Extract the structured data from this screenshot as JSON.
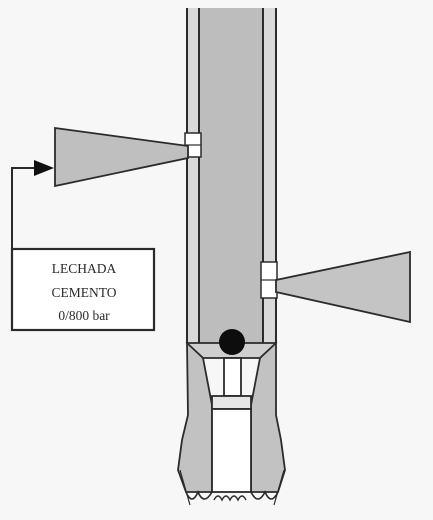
{
  "label_box": {
    "lines": [
      "LECHADA",
      "CEMENTO",
      "0/800 bar"
    ]
  },
  "colors": {
    "ink": "#2b2b2b",
    "fill_gray": "#bcbcbc",
    "fill_light": "#d2d2d2",
    "paper": "#f7f7f7",
    "ball": "#0d0d0d"
  },
  "icons": {
    "arrow": "arrowhead-right-icon",
    "ball": "sealing-ball-icon"
  }
}
